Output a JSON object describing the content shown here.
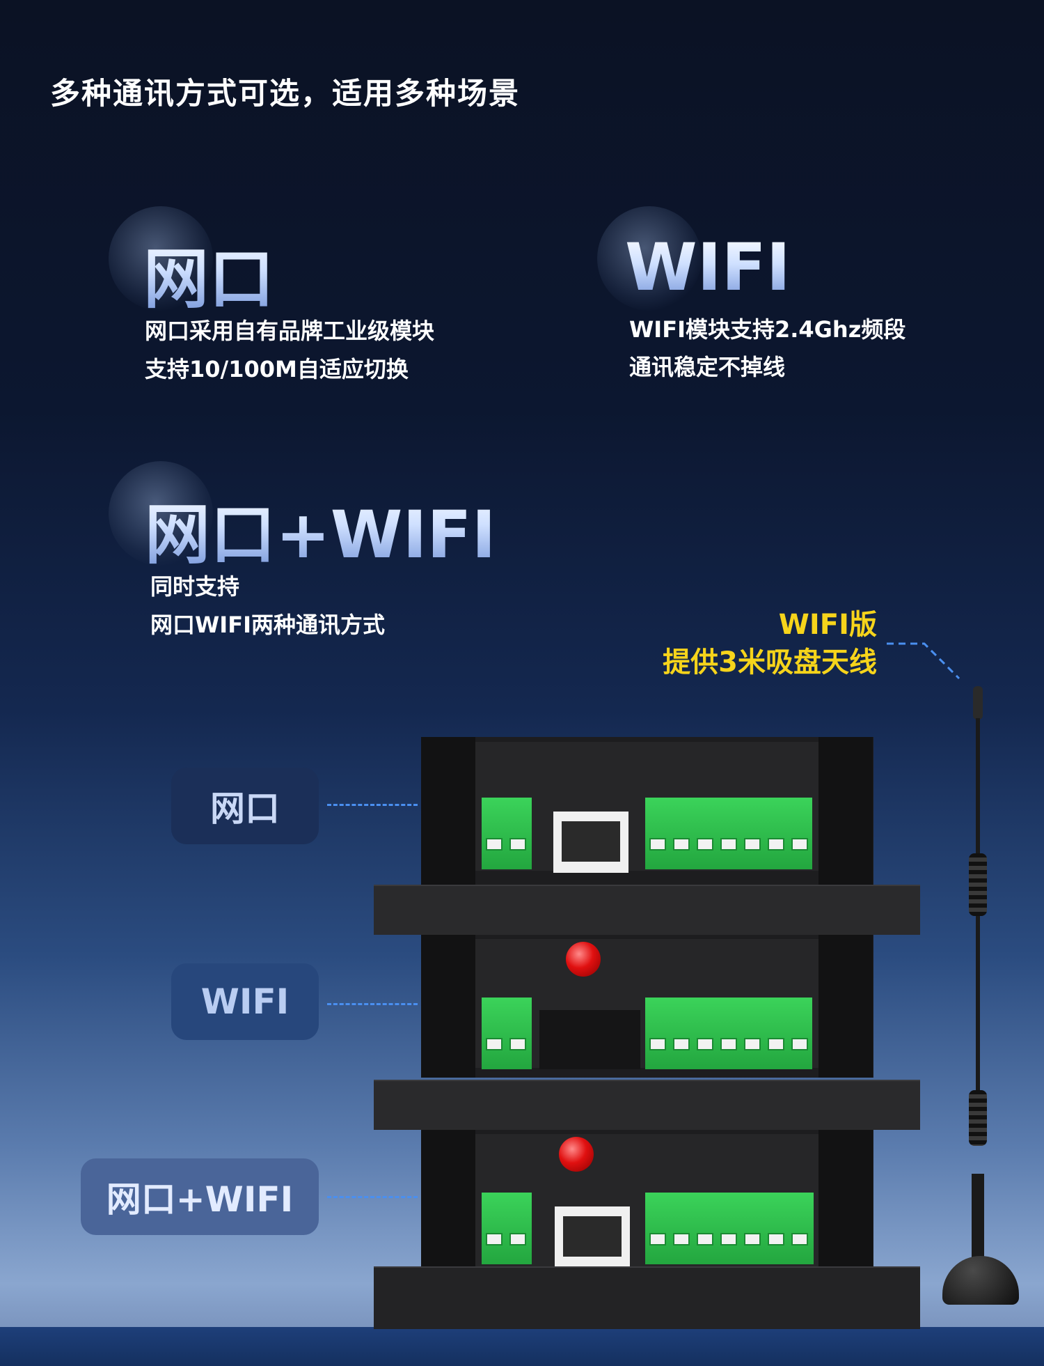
{
  "headline": "多种通讯方式可选，适用多种场景",
  "features": [
    {
      "title": "网口",
      "lines": [
        "网口采用自有品牌工业级模块",
        "支持10/100M自适应切换"
      ]
    },
    {
      "title": "WIFI",
      "lines": [
        "WIFI模块支持2.4Ghz频段",
        "通讯稳定不掉线"
      ]
    },
    {
      "title": "网口+WIFI",
      "lines": [
        "同时支持",
        "网口WIFI两种通讯方式"
      ]
    }
  ],
  "antenna_note": [
    "WIFI版",
    "提供3米吸盘天线"
  ],
  "labels": [
    "网口",
    "WIFI",
    "网口+WIFI"
  ],
  "colors": {
    "accent_yellow": "#f6d41b",
    "terminal_green": "#2fbf4d",
    "led_red": "#e01010",
    "dash_blue": "#4a8ff0"
  }
}
